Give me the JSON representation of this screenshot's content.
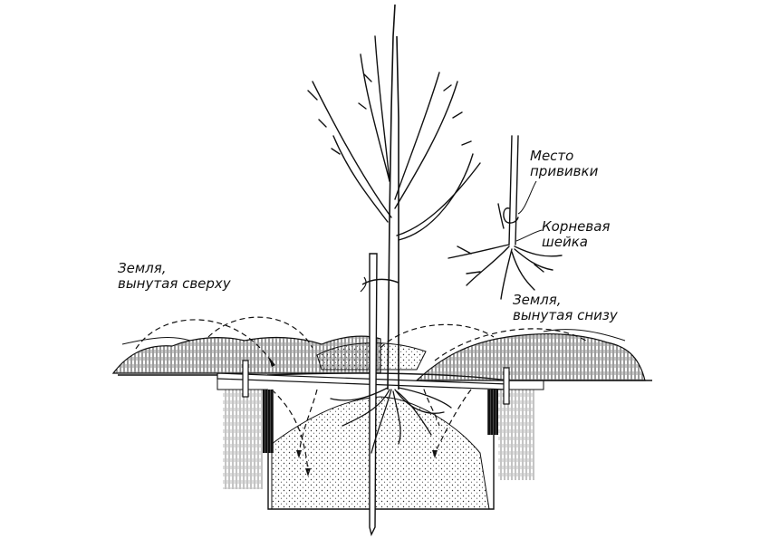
{
  "labels": {
    "soil_from_top": {
      "line1": "Земля,",
      "line2": "вынутая сверху"
    },
    "graft_site": {
      "line1": "Место",
      "line2": "прививки"
    },
    "root_collar": {
      "line1": "Корневая",
      "line2": "шейка"
    },
    "soil_from_bottom": {
      "line1": "Земля,",
      "line2": "вынутая снизу"
    }
  },
  "colors": {
    "ink": "#111111",
    "background": "#ffffff"
  }
}
